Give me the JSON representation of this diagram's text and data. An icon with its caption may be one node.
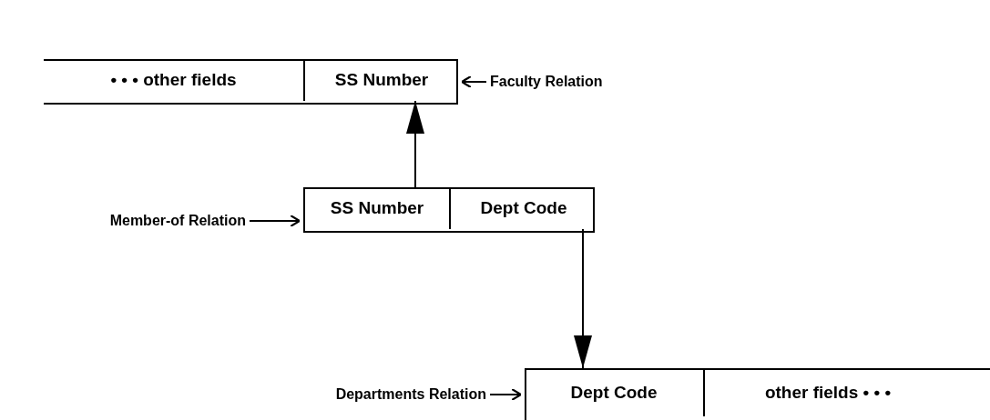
{
  "diagram": {
    "nodes": [
      {
        "text": [],
        "shape": "box"
      },
      {
        "text": [
          "• • • other fields"
        ],
        "in": 0
      },
      {
        "text": [
          "SS Number"
        ],
        "in": 0
      },
      {
        "text": [
          "Faculty Relation"
        ]
      },
      {
        "text": [],
        "shape": "box"
      },
      {
        "text": [
          "SS Number"
        ],
        "in": 4
      },
      {
        "text": [
          "Dept Code"
        ],
        "in": 4
      },
      {
        "text": [
          "Member-of Relation"
        ]
      },
      {
        "text": [],
        "shape": "box"
      },
      {
        "text": [
          "Dept Code"
        ],
        "in": 8
      },
      {
        "text": [
          "other fields • • •"
        ],
        "in": 8
      },
      {
        "text": [
          "Departments Relation"
        ]
      }
    ],
    "edges": [
      {
        "from": 3,
        "to": 0,
        "arrow": "to"
      },
      {
        "from": 5,
        "to": 2,
        "arrow": "to"
      },
      {
        "from": 7,
        "to": 4,
        "arrow": "to"
      },
      {
        "from": 6,
        "to": 9,
        "arrow": "to"
      },
      {
        "from": 11,
        "to": 8,
        "arrow": "to"
      }
    ]
  }
}
